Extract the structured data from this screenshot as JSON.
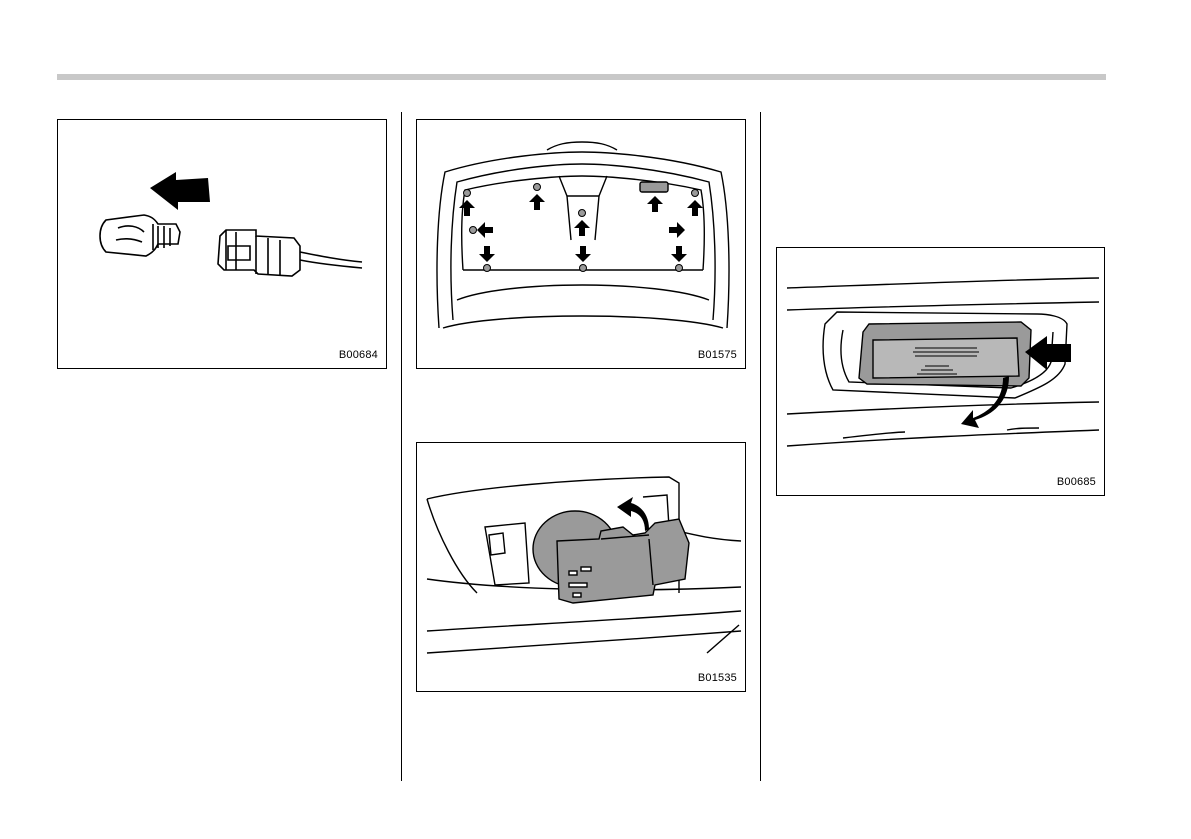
{
  "figures": [
    {
      "code": "B00684",
      "illustration": "bulb-and-socket"
    },
    {
      "code": "B01575",
      "illustration": "trunk-lid-trim-clips"
    },
    {
      "code": "B01535",
      "illustration": "socket-twist-removal"
    },
    {
      "code": "B00685",
      "illustration": "license-lamp-lens-removal"
    }
  ],
  "colors": {
    "rule": "#c8c8c8",
    "ink": "#000000",
    "shade": "#9a9a9a",
    "paper": "#ffffff"
  }
}
